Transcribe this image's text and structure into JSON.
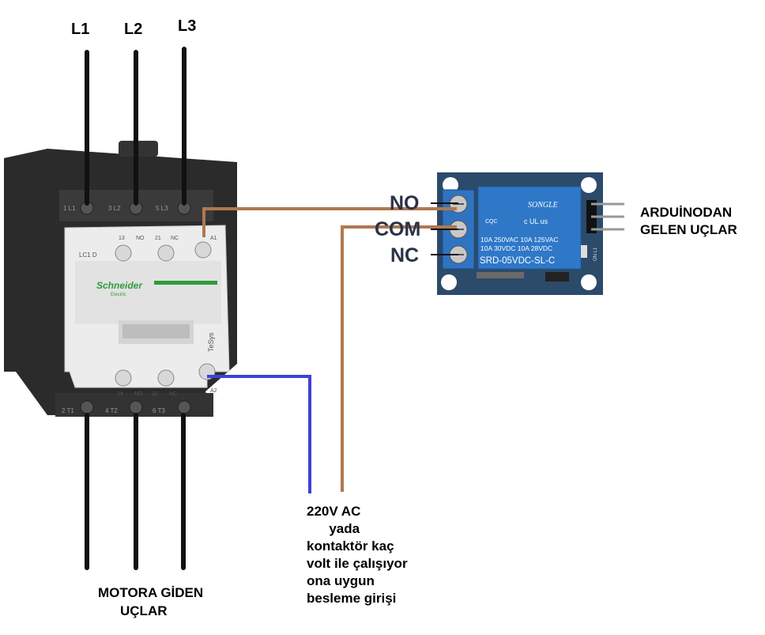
{
  "phases": [
    "L1",
    "L2",
    "L3"
  ],
  "contactor": {
    "brand": "Schneider",
    "brand_sub": "Electric",
    "model": "LC1 D",
    "series": "TeSys",
    "top_terminals": [
      "1 L1",
      "3 L2",
      "5 L3"
    ],
    "aux_top": [
      "13",
      "NO",
      "21",
      "NC"
    ],
    "coil_top": "A1",
    "aux_bottom": [
      "14",
      "NO",
      "22",
      "NC"
    ],
    "coil_bottom": "A2",
    "bottom_terminals": [
      "2 T1",
      "4 T2",
      "6 T3"
    ]
  },
  "relay": {
    "pins": [
      "NO",
      "COM",
      "NC"
    ],
    "brand": "SONGLE",
    "cert_cqc": "CQC",
    "cert_us": "c UL us",
    "rating_1": "10A 250VAC   10A 125VAC",
    "rating_2": "10A  30VDC   10A  28VDC",
    "model": "SRD-05VDC-SL-C",
    "led_label": "ON L1"
  },
  "labels": {
    "arduino": [
      "ARDUİNODAN",
      "GELEN UÇLAR"
    ],
    "motor": [
      "MOTORA GİDEN",
      "UÇLAR"
    ],
    "supply": "220V AC\n      yada\nkontaktör kaç\nvolt ile çalışıyor\nona uygun\nbesleme girişi"
  },
  "colors": {
    "phase_wire": "#111111",
    "relay_wire": "#b07850",
    "coil_wire": "#4040d8",
    "contactor_body": "#2b2b2b",
    "contactor_front": "#ececec",
    "relay_board": "#2c4a6a",
    "relay_cube": "#2f78c8",
    "brand_green": "#2f9b3a"
  }
}
